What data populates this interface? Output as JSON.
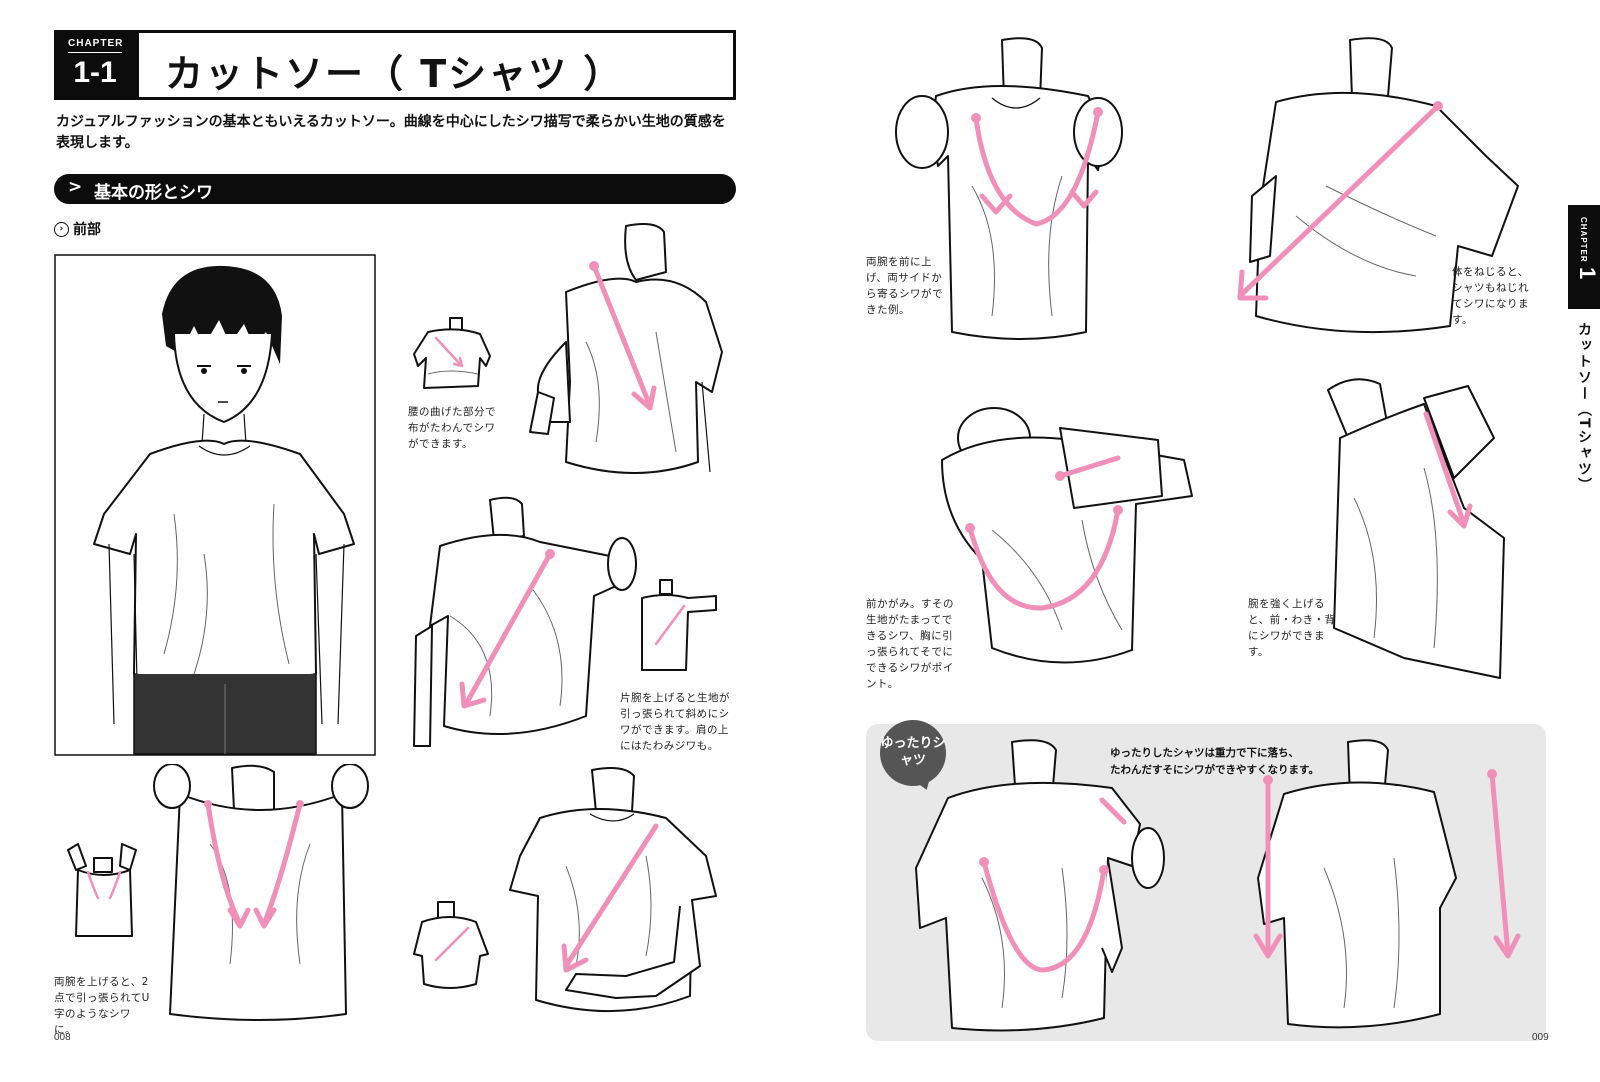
{
  "header": {
    "chapter_word": "CHAPTER",
    "chapter_number": "1-1",
    "title": "カットソー（ Tシャツ ）"
  },
  "intro": "カジュアルファッションの基本ともいえるカットソー。曲線を中心にしたシワ描写で柔らかい生地の質感を表現します。",
  "section": {
    "chevron": ">",
    "title": "基本の形とシワ"
  },
  "subsection": {
    "icon": "›",
    "title": "前部"
  },
  "captions": {
    "waist_bend": "腰の曲げた部分で布がたわんでシワができます。",
    "one_arm_raised": "片腕を上げると生地が引っ張られて斜めにシワができます。肩の上にはたわみジワも。",
    "both_arms_up": "両腕を上げると、2点で引っ張られてU字のようなシワに。",
    "arms_forward": "両腕を前に上げ、両サイドから寄るシワができた例。",
    "twist_body": "体をねじると、シャツもねじれてシワになります。",
    "lean_forward": "前かがみ。すその生地がたまってできるシワ、胸に引っ張られてそでにできるシワがポイント。",
    "arm_up_strong": "腕を強く上げると、前・わき・背にシワができます。"
  },
  "loose_section": {
    "badge": "ゆったりシャツ",
    "caption_line1": "ゆったりしたシャツは重力で下に落ち、",
    "caption_line2": "たわんだすそにシワができやすくなります。"
  },
  "side_tab": {
    "word": "CHAPTER",
    "number": "1",
    "title": "カットソー（Tシャツ）"
  },
  "page_numbers": {
    "left": "008",
    "right": "009"
  },
  "colors": {
    "black": "#0c0c0c",
    "accent_pink": "#f090b8",
    "panel_gray": "#e8e8e8",
    "badge_gray": "#555555"
  }
}
